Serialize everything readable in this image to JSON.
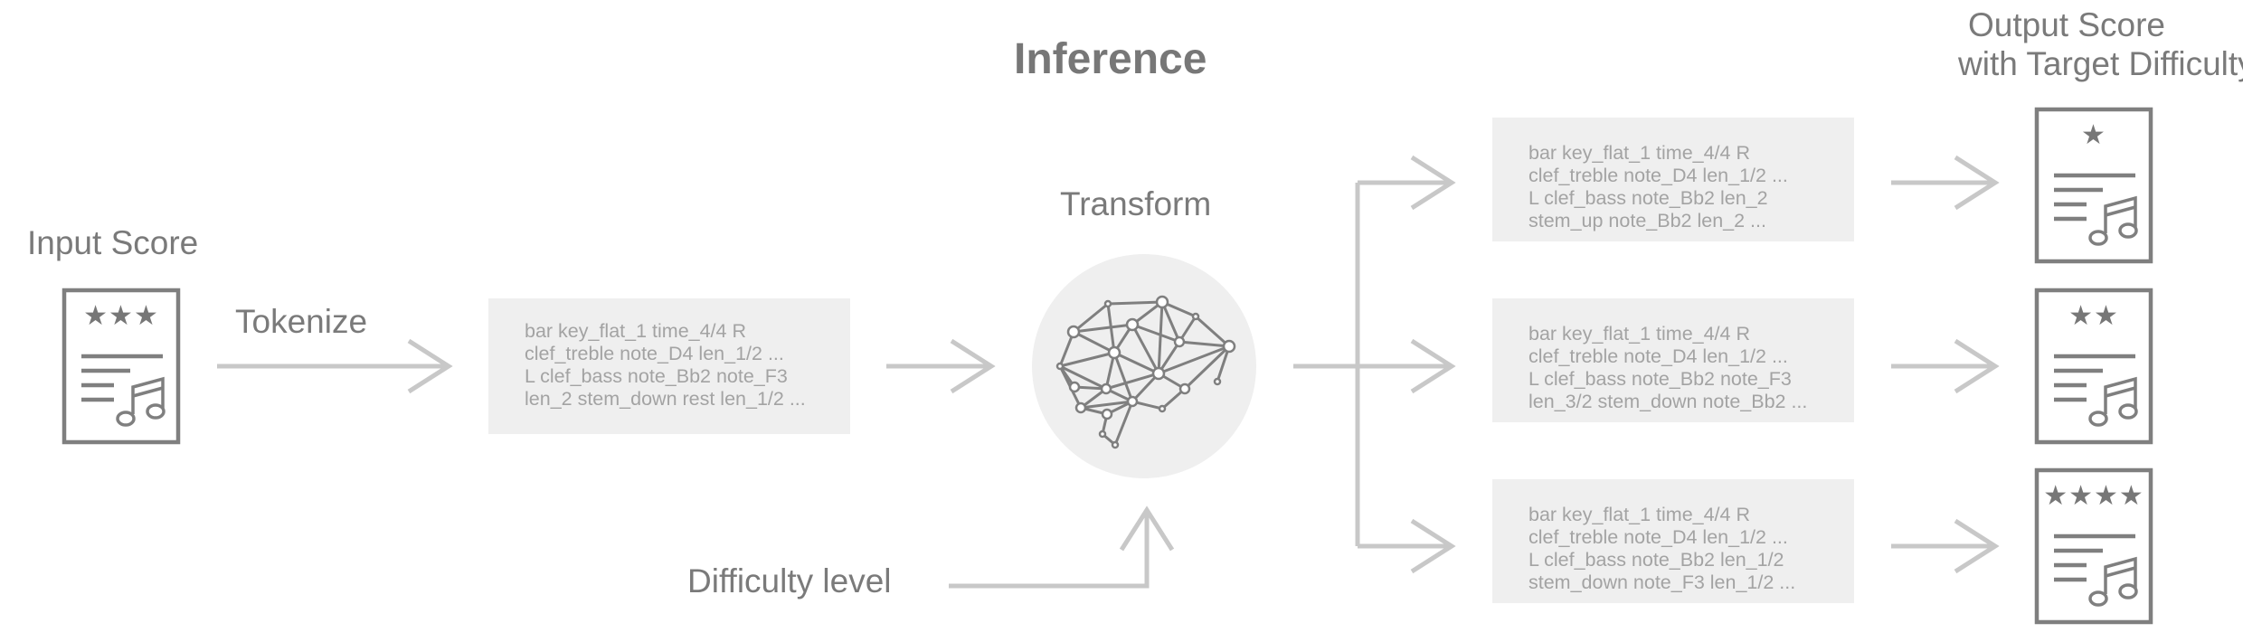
{
  "title": "Inference",
  "input": {
    "label": "Input Score",
    "stars": 3
  },
  "tokenize_label": "Tokenize",
  "input_tokens": [
    "bar key_flat_1 time_4/4 R",
    "clef_treble note_D4 len_1/2 ...",
    "L clef_bass note_Bb2 note_F3",
    "len_2 stem_down rest len_1/2 ..."
  ],
  "transform_label": "Transform",
  "difficulty_label": "Difficulty level",
  "output": {
    "label_line1": "Output Score",
    "label_line2": "with Target Difficulty",
    "items": [
      {
        "stars": 1,
        "tokens": [
          "bar key_flat_1 time_4/4 R",
          "clef_treble note_D4 len_1/2 ...",
          "L clef_bass note_Bb2 len_2",
          "stem_up note_Bb2 len_2 ..."
        ]
      },
      {
        "stars": 2,
        "tokens": [
          "bar key_flat_1 time_4/4 R",
          "clef_treble note_D4 len_1/2 ...",
          "L clef_bass note_Bb2 note_F3",
          "len_3/2 stem_down note_Bb2 ..."
        ]
      },
      {
        "stars": 4,
        "tokens": [
          "bar key_flat_1 time_4/4 R",
          "clef_treble note_D4 len_1/2 ...",
          "L clef_bass note_Bb2 len_1/2",
          "stem_down note_F3 len_1/2 ..."
        ]
      }
    ]
  },
  "colors": {
    "text": "#7a7a7a",
    "arrow": "#c8c8c8",
    "box": "#efefef",
    "token_text": "#a3a3a3",
    "icon": "#7f7f7f"
  }
}
